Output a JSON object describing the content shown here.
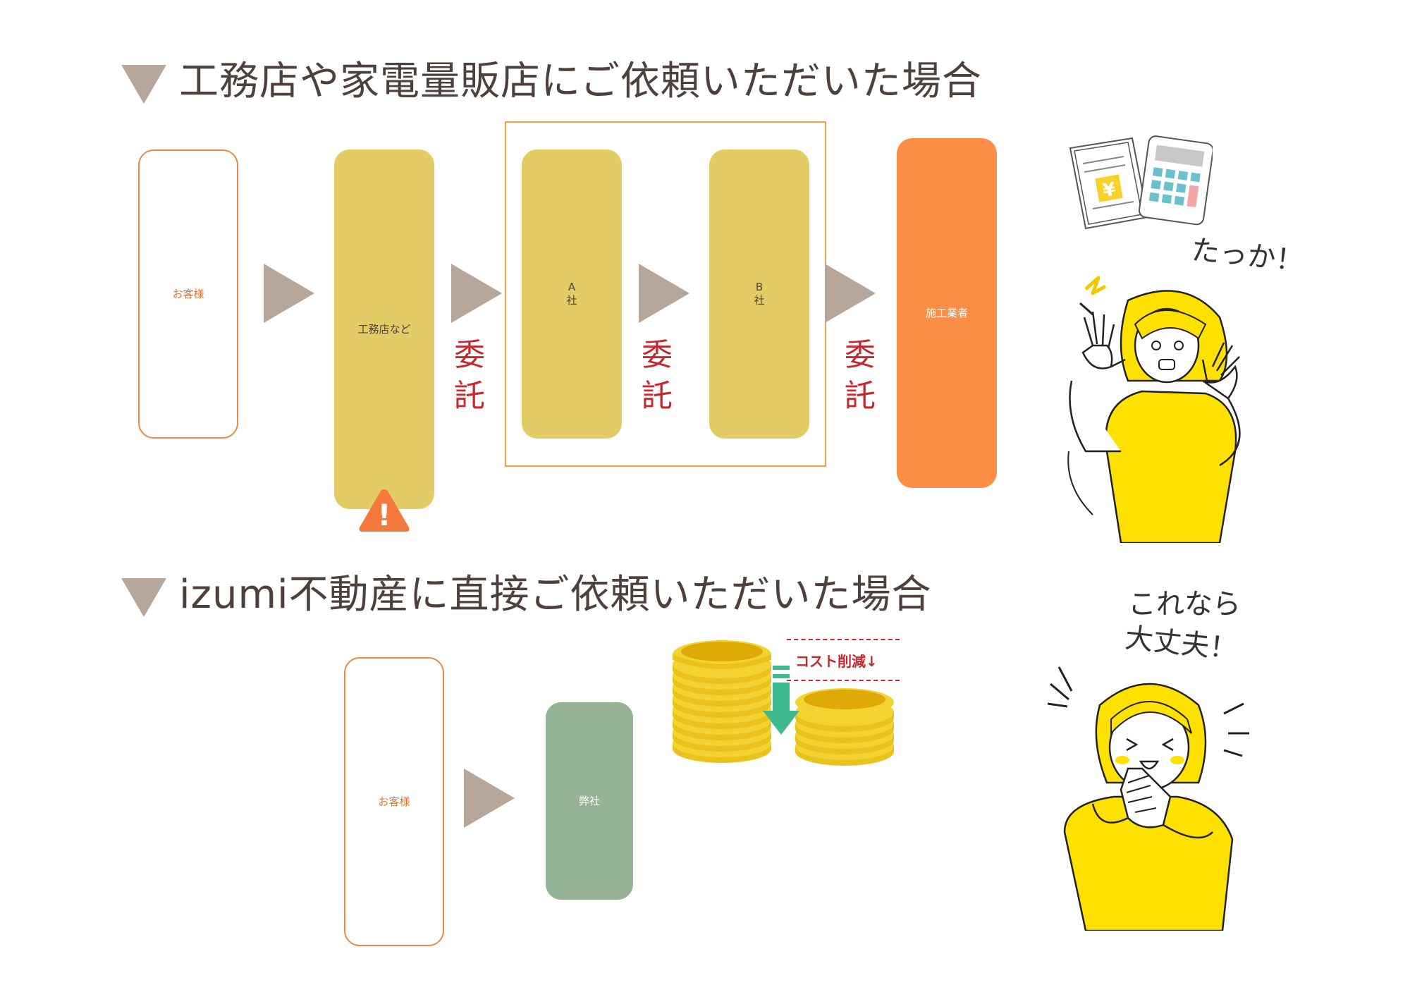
{
  "section1": {
    "heading": "工務店や家電量販店にご依頼いただいた場合",
    "boxes": {
      "customer": "お客様",
      "contractor": "工務店など",
      "company_a": "A\n社",
      "company_b": "B\n社",
      "builder": "施工業者"
    },
    "itaku": [
      "委\n託",
      "委\n託",
      "委\n託"
    ],
    "exclaim": "たっか！",
    "warning_mark": "!"
  },
  "section2": {
    "heading": "izumi不動産に直接ご依頼いただいた場合",
    "boxes": {
      "customer": "お客様",
      "our_company": "弊社"
    },
    "cost_label": "コスト削減↓",
    "speech_line1": "これなら",
    "speech_line2": "大丈夫！"
  },
  "colors": {
    "heading_triangle": "#b7a69a",
    "yellow_box": "#e3cc66",
    "orange_box": "#fc8d44",
    "green_box": "#95b394",
    "outline": "#e88a46",
    "itaku_red": "#c7282d",
    "character_yellow": "#ffe100"
  },
  "icons": [
    "warning-icon",
    "invoice-icon",
    "calculator-icon",
    "coin-stack-icon",
    "down-arrow-icon",
    "worried-woman-illustration",
    "happy-woman-illustration"
  ]
}
